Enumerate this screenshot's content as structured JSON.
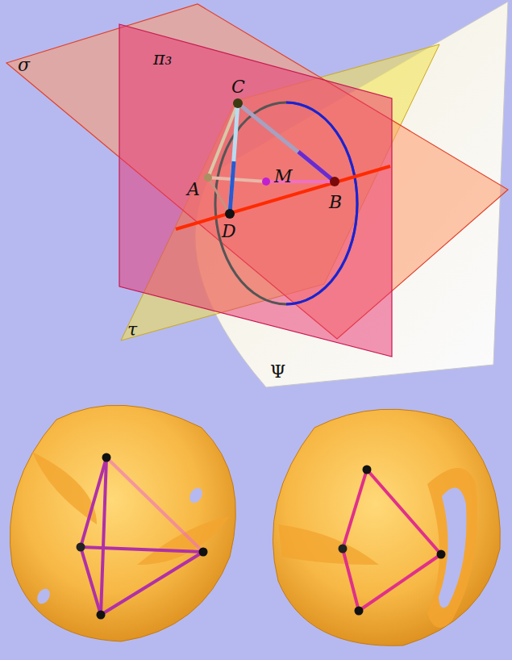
{
  "diagram": {
    "labels": [
      "σ",
      "π₃",
      "C",
      "A",
      "M",
      "B",
      "D",
      "τ",
      "Ψ"
    ]
  }
}
